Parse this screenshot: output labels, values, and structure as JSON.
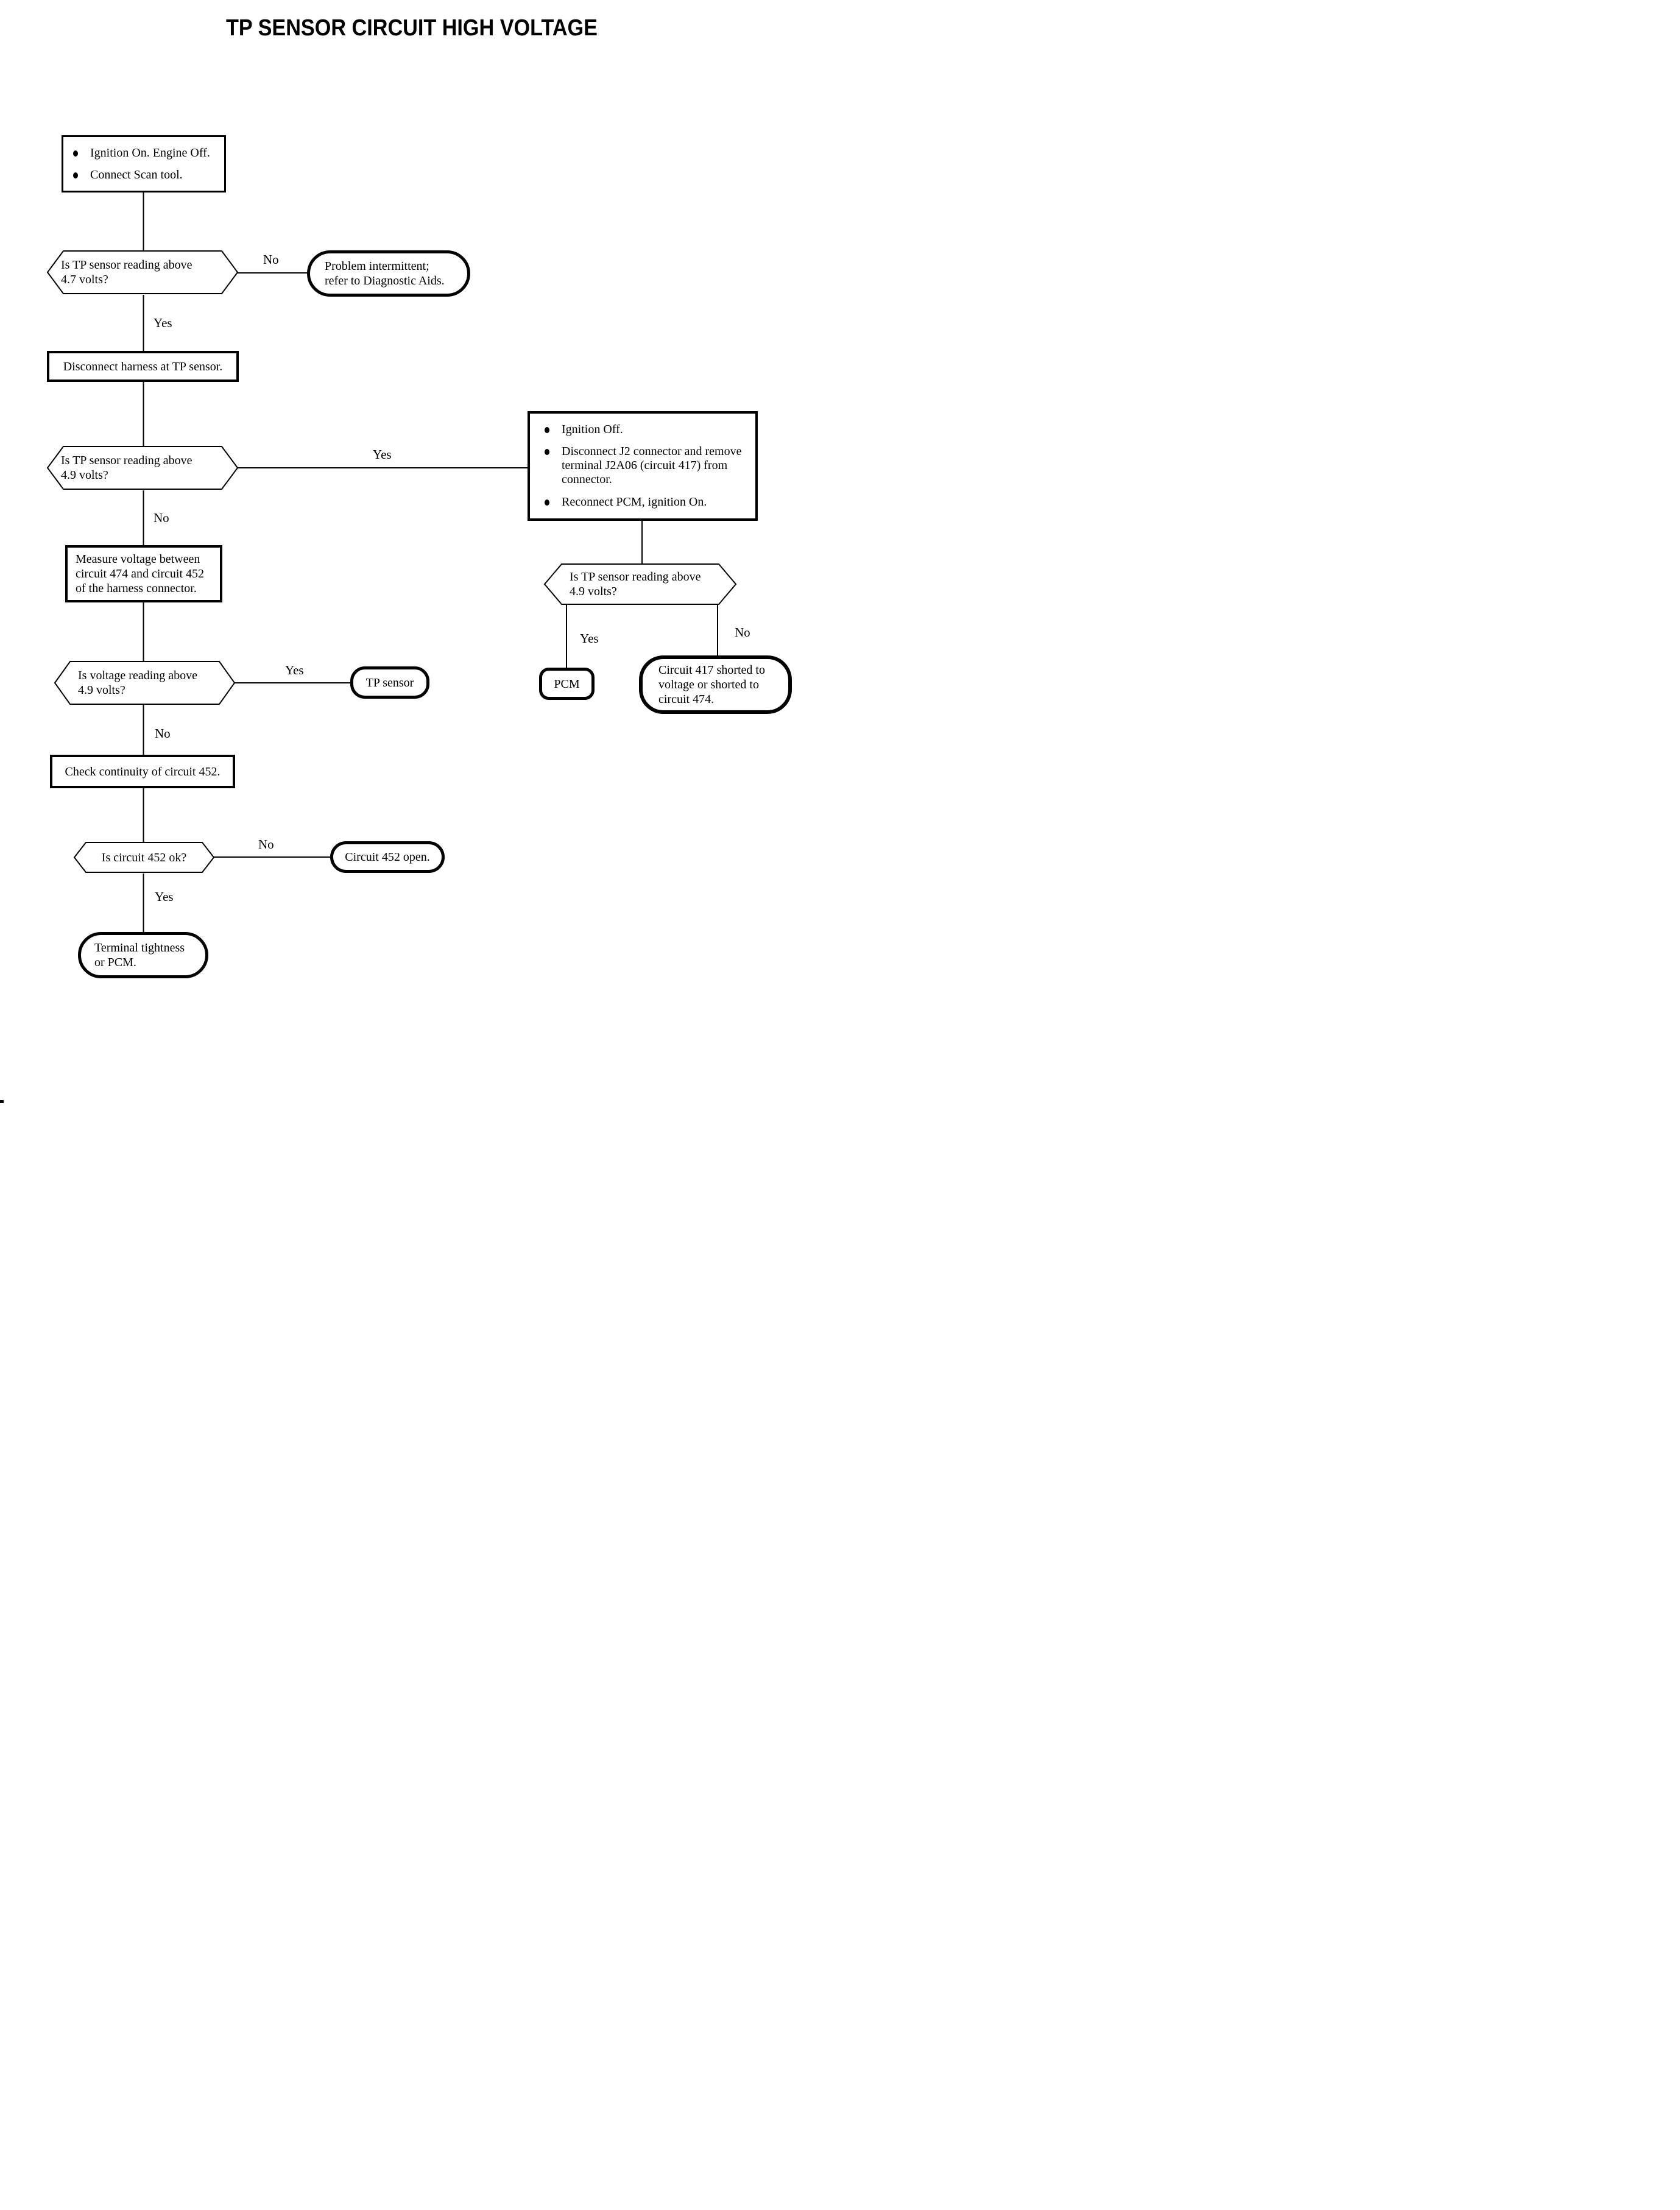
{
  "title": "TP SENSOR CIRCUIT HIGH VOLTAGE",
  "labels": {
    "yes": "Yes",
    "no": "No"
  },
  "nodes": {
    "start": {
      "bullets": [
        "Ignition On. Engine Off.",
        "Connect Scan tool."
      ]
    },
    "q_tp_47": {
      "text": "Is TP sensor reading above\n4.7 volts?"
    },
    "problem_intermittent": {
      "text": "Problem intermittent;\nrefer to Diagnostic Aids."
    },
    "disconnect_harness": {
      "text": "Disconnect harness at TP sensor."
    },
    "q_tp_49": {
      "text": "Is TP sensor reading above\n4.9 volts?"
    },
    "ignition_off_steps": {
      "bullets": [
        "Ignition Off.",
        "Disconnect J2 connector and remove\nterminal J2A06 (circuit 417) from\nconnector.",
        "Reconnect PCM, ignition On."
      ]
    },
    "measure_voltage": {
      "text": "Measure voltage between\ncircuit 474 and circuit 452\nof the harness connector."
    },
    "q_tp_49_after": {
      "text": "Is TP sensor reading above\n4.9 volts?"
    },
    "pcm": {
      "text": "PCM"
    },
    "c417_shorted": {
      "text": "Circuit 417 shorted to\nvoltage or shorted to\ncircuit 474."
    },
    "q_voltage_49": {
      "text": "Is voltage reading above\n4.9 volts?"
    },
    "tp_sensor": {
      "text": "TP sensor"
    },
    "check_continuity": {
      "text": "Check continuity of circuit 452."
    },
    "q_452_ok": {
      "text": "Is circuit 452 ok?"
    },
    "c452_open": {
      "text": "Circuit 452 open."
    },
    "terminal_tightness": {
      "text": "Terminal tightness\nor PCM."
    }
  }
}
